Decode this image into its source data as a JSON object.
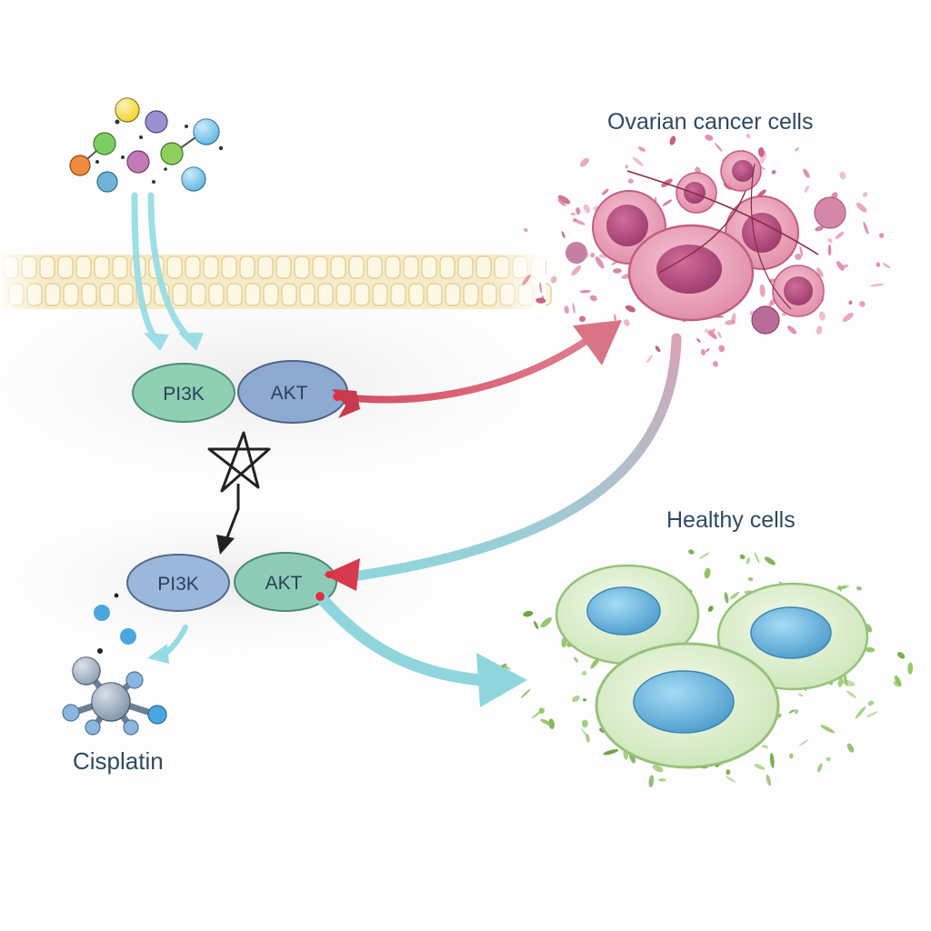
{
  "labels": {
    "cancer_cells": "Ovarian cancer cells",
    "healthy_cells": "Healthy cells",
    "cisplatin": "Cisplatin"
  },
  "pathway_top": {
    "pi3k": "PI3K",
    "akt": "AKT"
  },
  "pathway_bottom": {
    "pi3k": "PI3K",
    "akt": "AKT"
  },
  "colors": {
    "pi3k_top": "#8fcfb3",
    "akt_top": "#8ea9cf",
    "pi3k_bottom": "#9cb7dc",
    "akt_bottom": "#8ecbb6",
    "activation_arrow": "#d8717f",
    "cyan_arrow": "#8fd3dc",
    "membrane": "#f1e0b2",
    "cancer_cell": "#e9a3ba",
    "healthy_cell": "#d6ebc3",
    "nucleus": "#6fb6de"
  },
  "icons": [
    "signal-molecule-cluster-icon",
    "inhibition-star-icon",
    "cisplatin-molecule-icon"
  ]
}
